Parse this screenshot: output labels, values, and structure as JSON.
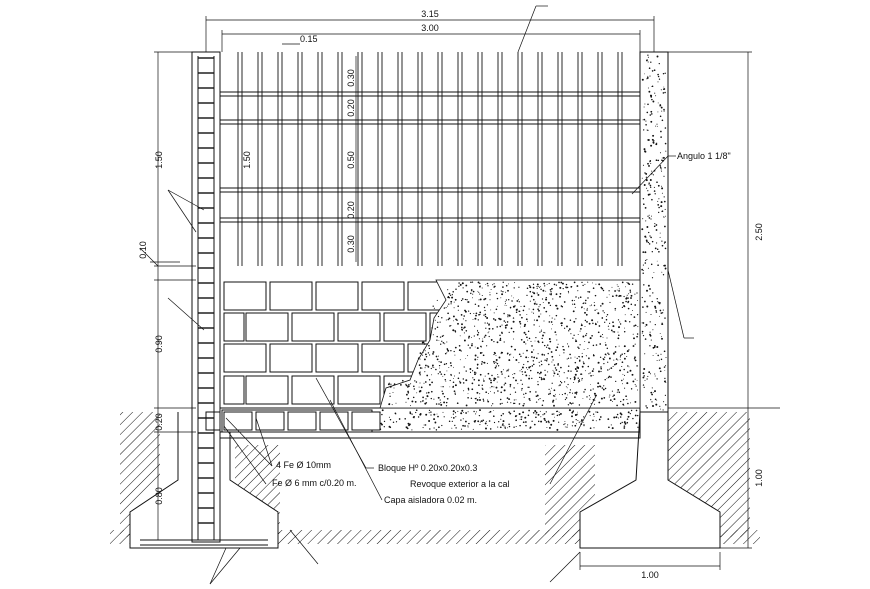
{
  "dimensions": {
    "total_width": "3.15",
    "inner_width": "3.00",
    "bar_spacing": "0.15",
    "col_upper_height": "1.50",
    "col_band": "0.10",
    "col_block_height": "0.90",
    "col_beam": "0.20",
    "col_foot": "0.80",
    "grid_top": "0.30",
    "grid_2": "0.20",
    "grid_mid": "0.50",
    "grid_4": "0.20",
    "grid_bottom": "0.30",
    "grid_bar_len": "1.50",
    "right_height": "2.50",
    "right_foot": "1.00",
    "footing_width": "1.00"
  },
  "labels": {
    "angle": "Angulo 1 1/8\"",
    "rebar_long": "4 Fe Ø 10mm",
    "stirrups": "Fe Ø 6 mm c/0.20 m.",
    "block": "Bloque Hº 0.20x0.20x0.3",
    "plaster": "Revoque exterior a la cal",
    "damp_course": "Capa aisladora 0.02 m."
  }
}
